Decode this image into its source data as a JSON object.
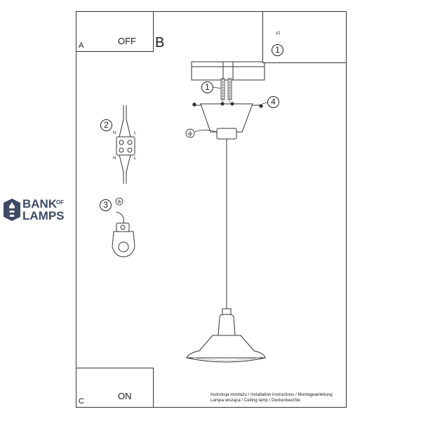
{
  "panels": {
    "a_label": "A",
    "off_label": "OFF",
    "b_label": "B",
    "c_label": "C",
    "on_label": "ON"
  },
  "tools": {
    "quantity": "x2",
    "step_number": "1"
  },
  "steps": {
    "step1": "1",
    "step2": "2",
    "step3": "3",
    "step4": "4"
  },
  "connector": {
    "n_top": "N",
    "l_top": "L",
    "n_bottom": "N",
    "l_bottom": "L"
  },
  "watermark": {
    "line1": "BANK",
    "of": "OF",
    "line2": "LAMPS",
    "color": "#3d4a66"
  },
  "caption": {
    "line1": "Instrukcja montażu / installation instructions / Montageanleitung",
    "line2": "Lampa wisząca / Ceiling lamp / Deckenleuchte"
  }
}
